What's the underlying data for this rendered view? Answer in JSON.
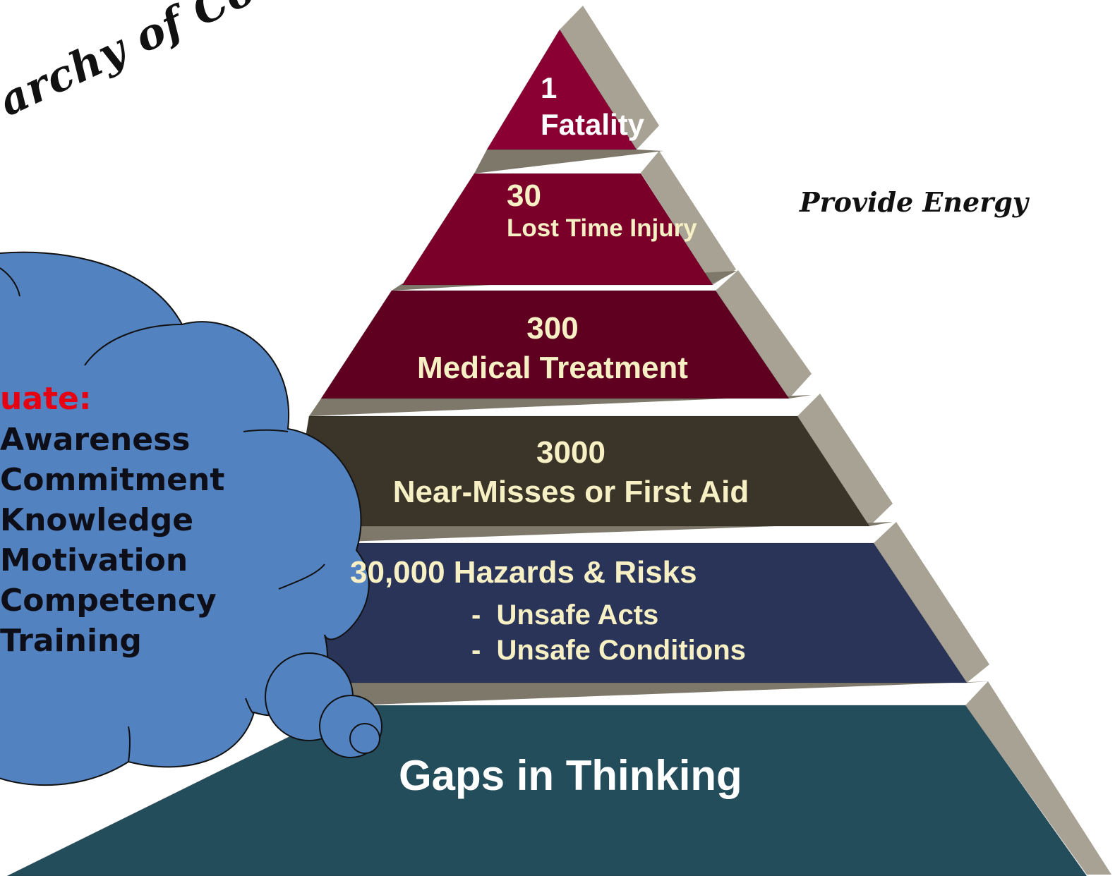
{
  "title": "Hierarchy of Consequence",
  "title_visible": "archy of Consequence",
  "side_label": "Provide Energy",
  "colors": {
    "side_face": "#a7a293",
    "ledge": "#7d786a",
    "tier_fatality": "#8b0033",
    "tier_lost_time": "#7a0029",
    "tier_medical": "#5f0021",
    "tier_near_miss": "#3a3528",
    "tier_hazards": "#293458",
    "tier_gaps": "#244d5c",
    "cloud_fill": "#5282c0",
    "cloud_heading": "#e60012",
    "tier_text": "#f6f0c4"
  },
  "tiers": [
    {
      "count": "1",
      "label": "Fatality"
    },
    {
      "count": "30",
      "label": "Lost Time Injury"
    },
    {
      "count": "300",
      "label": "Medical Treatment"
    },
    {
      "count": "3000",
      "label": "Near-Misses or First Aid"
    },
    {
      "count": "30,000 Hazards & Risks",
      "items": [
        "-  Unsafe Acts",
        "-  Unsafe Conditions"
      ]
    },
    {
      "label": "Gaps in Thinking"
    }
  ],
  "cloud": {
    "heading": "uate:",
    "items": [
      "Awareness",
      "Commitment",
      "Knowledge",
      "Motivation",
      "Competency",
      "Training"
    ]
  }
}
